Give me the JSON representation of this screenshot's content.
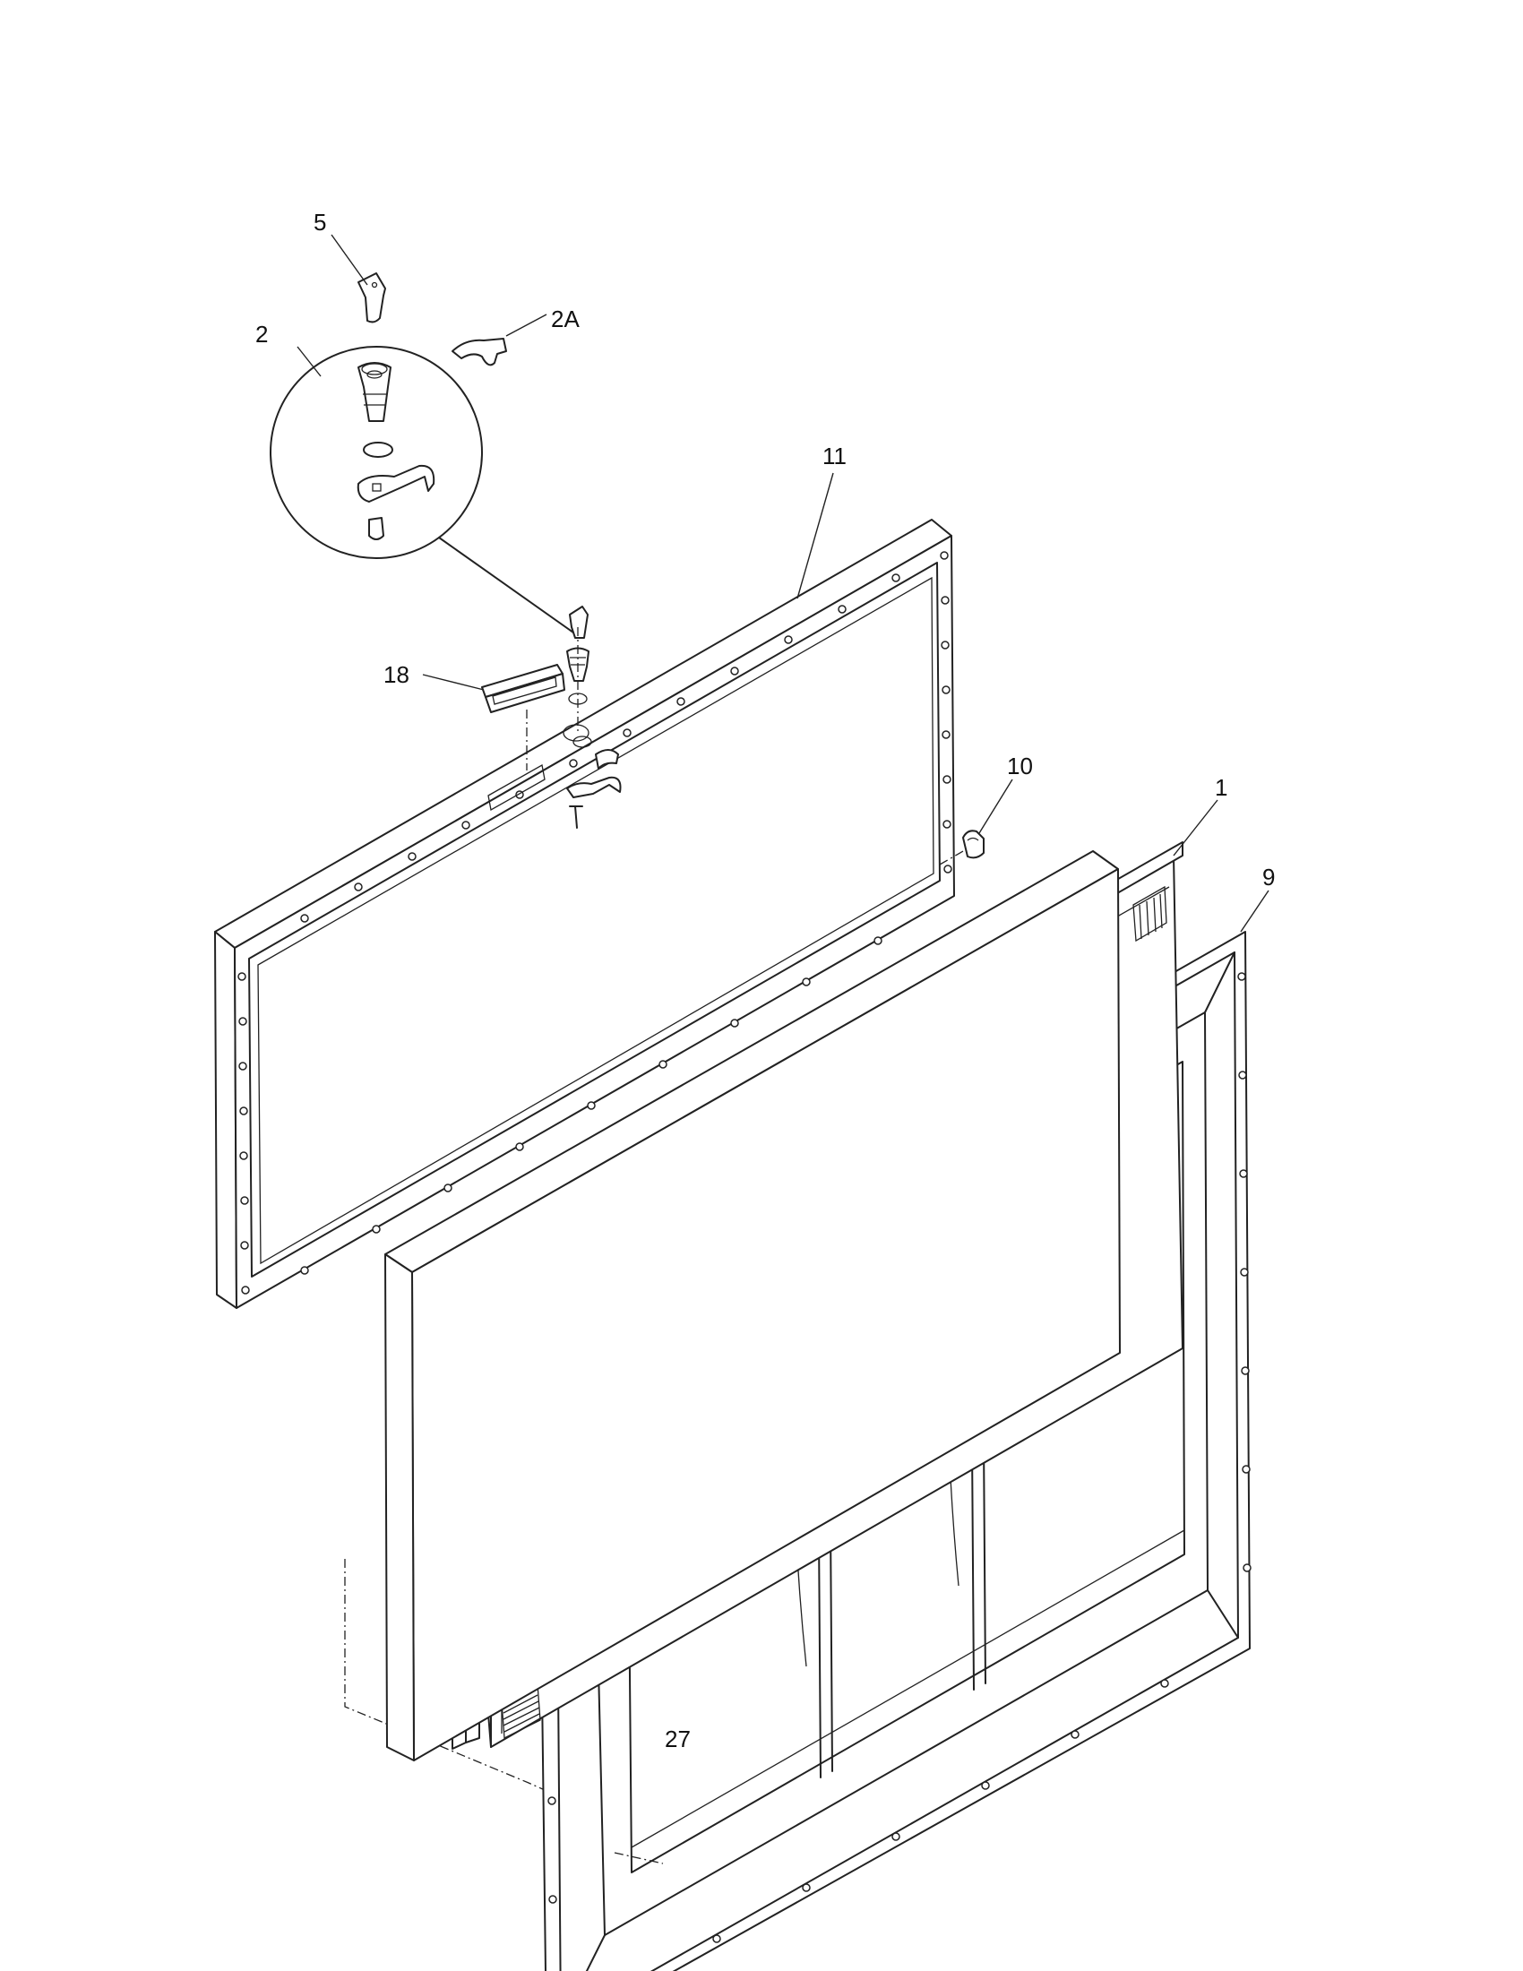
{
  "callouts": {
    "c5": "5",
    "c2": "2",
    "c2a": "2A",
    "c11": "11",
    "c18": "18",
    "c10": "10",
    "c1": "1",
    "c9": "9",
    "c27": "27"
  }
}
